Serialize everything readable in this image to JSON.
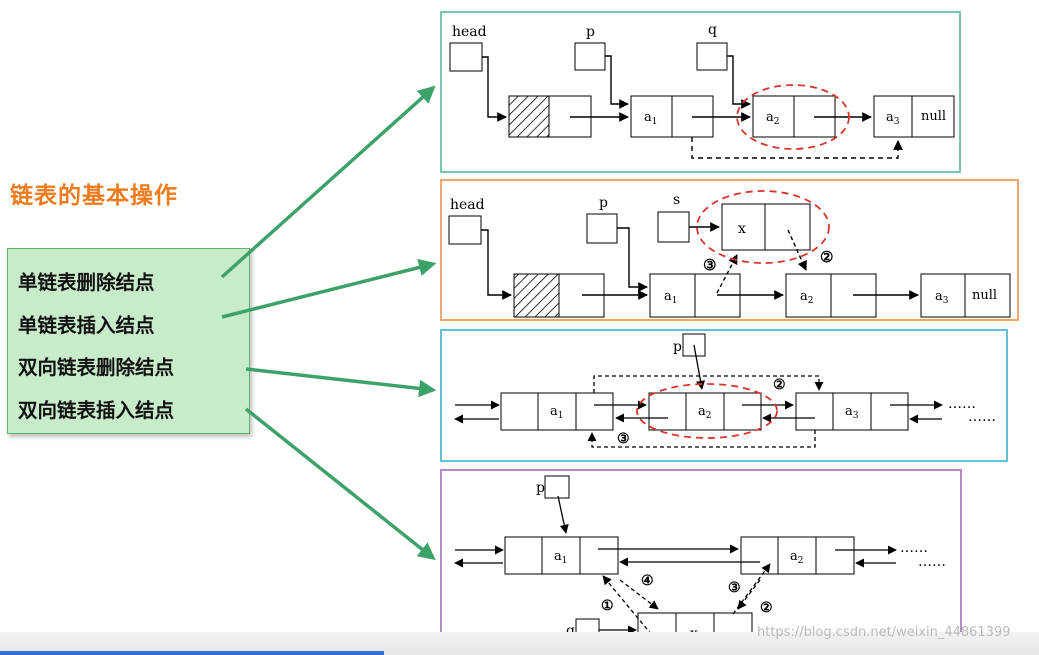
{
  "title": "链表的基本操作",
  "menu": [
    "单链表删除结点",
    "单链表插入结点",
    "双向链表删除结点",
    "双向链表插入结点"
  ],
  "pointers": {
    "head": "head",
    "p": "p",
    "q": "q",
    "s": "s"
  },
  "nodes": {
    "a1": "a",
    "a2": "a",
    "a3": "a",
    "x": "x",
    "null": "null"
  },
  "subscripts": {
    "one": "1",
    "two": "2",
    "three": "3"
  },
  "steps": {
    "one": "①",
    "two": "②",
    "three": "③",
    "four": "④"
  },
  "ellipsis": "……",
  "watermark": "https://blog.csdn.net/weixin_44861399",
  "colors": {
    "title": "#f07b1c",
    "menu_bg": "#c8ebc9",
    "arrow_green": "#3da26a",
    "panel1": "#7cc4b2",
    "panel2": "#f0a670",
    "panel3": "#63bfd6",
    "panel4": "#b489c4",
    "ellipse": "#d9342b"
  },
  "progress": 0.37
}
